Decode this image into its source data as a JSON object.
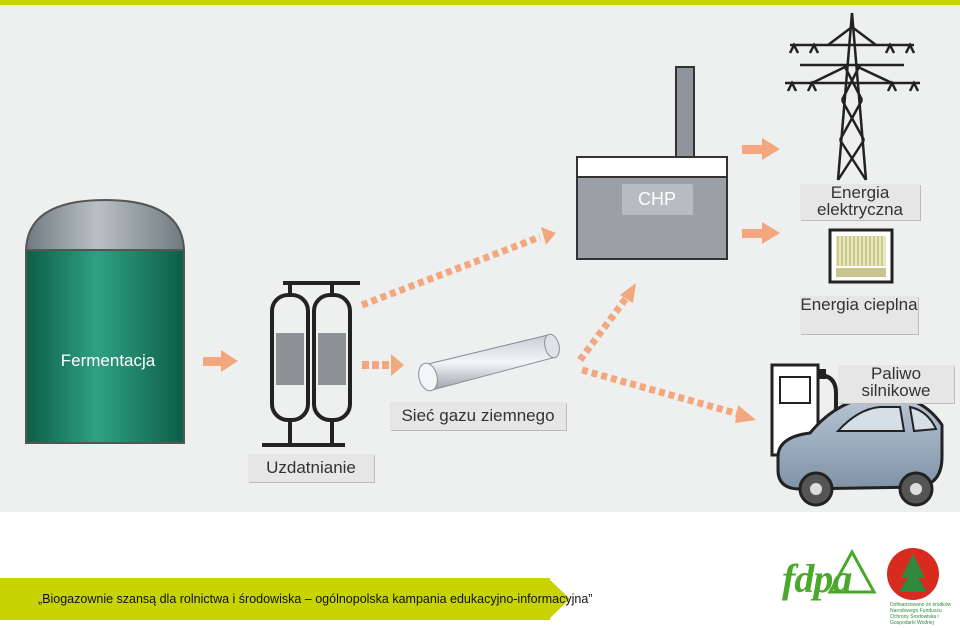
{
  "labels": {
    "fermentation": "Fermentacja",
    "upgrading": "Uzdatnianie",
    "gas_grid": "Sieć gazu ziemnego",
    "chp": "CHP",
    "electric_energy": "Energia elektryczna",
    "heat_energy": "Energia cieplna",
    "motor_fuel": "Paliwo silnikowe"
  },
  "footer": {
    "banner_text": "„Biogazownie szansą dla rolnictwa i środowiska – ogólnopolska kampania edukacyjno-informacyjna”",
    "logo_fdpa": "fdpa",
    "nfosigw_text": "Dofinansowano ze środków Narodowego Funduszu Ochrony Środowiska i Gospodarki Wodnej"
  },
  "colors": {
    "top_bar": "#c8d400",
    "arrow": "#f3a77e",
    "tank": "#1f8a6e",
    "banner": "#c8d400"
  },
  "icons": [
    "fermenter-tank-icon",
    "upgrading-filter-icon",
    "gas-pipe-icon",
    "chp-unit-icon",
    "power-pylon-icon",
    "radiator-icon",
    "fuel-pump-icon",
    "car-icon"
  ]
}
